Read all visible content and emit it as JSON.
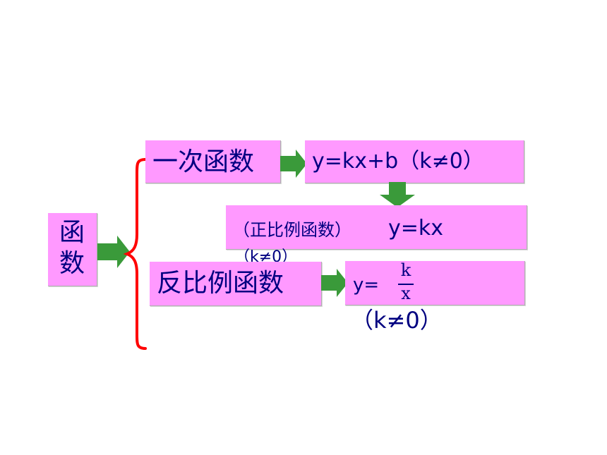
{
  "root": {
    "label": "函数"
  },
  "linear": {
    "label": "一次函数",
    "formula": "y=kx+b（k≠0）"
  },
  "proportional": {
    "prefix": "（正比例函数）",
    "formula": "y=kx",
    "condition": "（k≠0）"
  },
  "inverse": {
    "label": "反比例函数",
    "formula_lhs": "y=",
    "numerator": "k",
    "denominator": "x",
    "condition": "（k≠0）"
  },
  "colors": {
    "box_fill": "#ff99ff",
    "text": "#000080",
    "arrow": "#3a9a3a",
    "brace": "#ff0000"
  }
}
